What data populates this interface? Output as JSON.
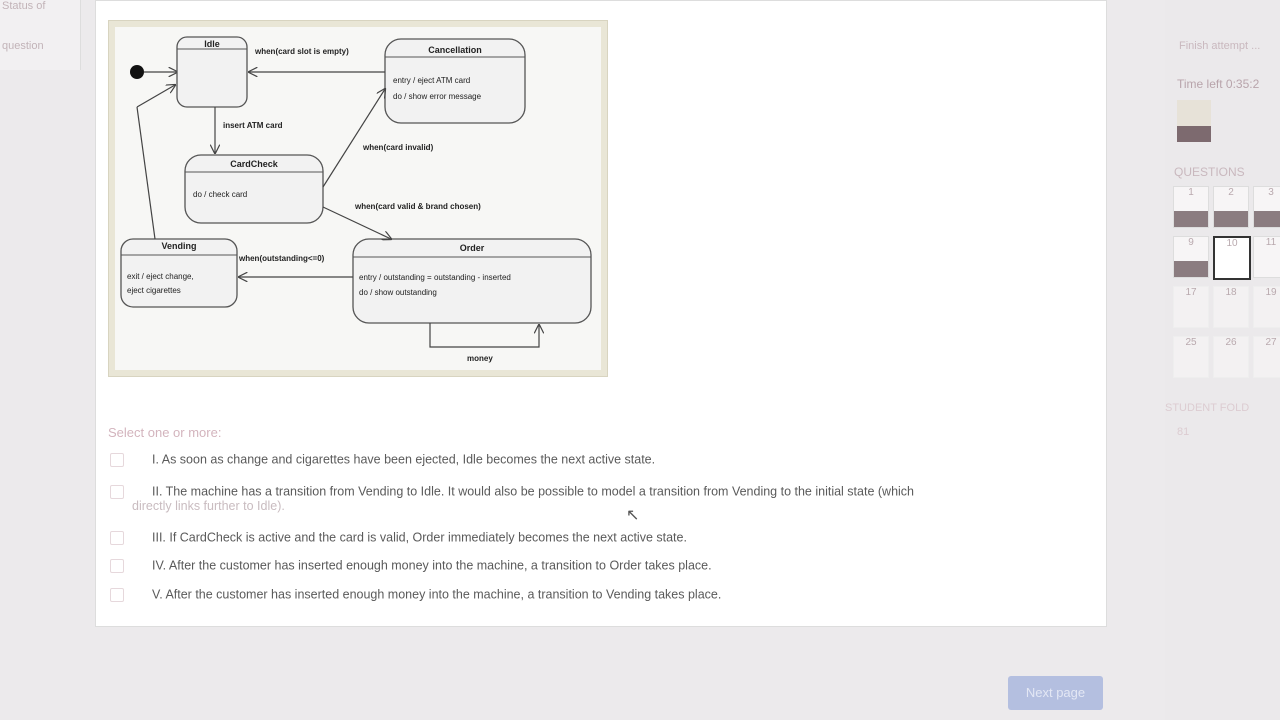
{
  "left_nav": {
    "item1": "Status of",
    "item2": "question"
  },
  "diagram": {
    "states": {
      "idle": "Idle",
      "cancellation": "Cancellation",
      "cancellation_line1": "entry / eject ATM card",
      "cancellation_line2": "do / show error message",
      "cardcheck": "CardCheck",
      "cardcheck_line1": "do / check card",
      "order": "Order",
      "order_line1": "entry / outstanding = outstanding - inserted",
      "order_line2": "do / show outstanding",
      "vending": "Vending",
      "vending_line1": "exit / eject change,",
      "vending_line2": "eject cigarettes"
    },
    "transitions": {
      "slot_empty": "when(card slot is empty)",
      "insert_card": "insert ATM card",
      "card_invalid": "when(card invalid)",
      "card_valid": "when(card valid & brand chosen)",
      "outstanding": "when(outstanding<=0)",
      "money": "money"
    }
  },
  "question": {
    "prompt": "Select one or more:",
    "options": [
      {
        "text": "I. As soon as change and cigarettes have been ejected, Idle becomes the next active state."
      },
      {
        "text": "II. The machine has a transition from Vending to Idle. It would also be possible to model a transition from Vending to the initial state (which",
        "wrap": "directly links further to Idle)."
      },
      {
        "text": "III. If CardCheck is active and the card is valid, Order immediately becomes the next active state."
      },
      {
        "text": "IV. After the customer has inserted enough money into the machine, a transition to Order takes place."
      },
      {
        "text": "V. After the customer has inserted enough money into the machine, a transition to Vending takes place."
      }
    ]
  },
  "sidebar": {
    "finish_attempt": "Finish attempt ...",
    "time_left": "Time left 0:35:2",
    "questions_heading": "QUESTIONS",
    "student_fold": "STUDENT FOLD",
    "student_num": "81",
    "question_numbers": [
      "1",
      "2",
      "3",
      "9",
      "10",
      "11",
      "17",
      "18",
      "19",
      "25",
      "26",
      "27"
    ]
  },
  "footer": {
    "next_button": "Next page"
  }
}
